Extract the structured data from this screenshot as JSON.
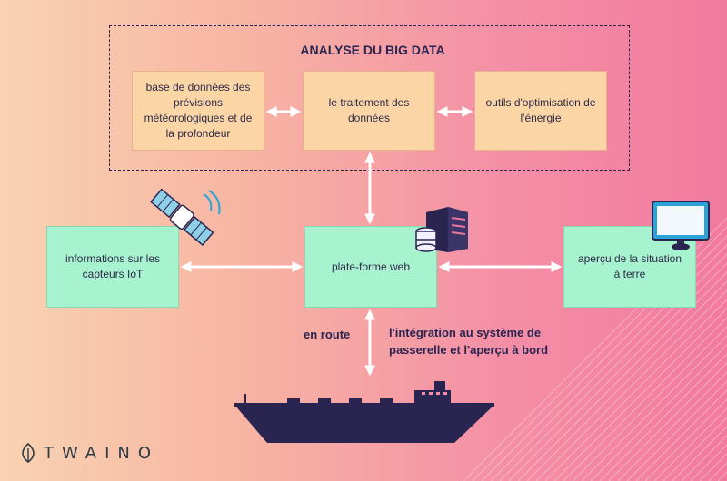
{
  "diagram": {
    "big_data_title": "ANALYSE DU BIG DATA",
    "boxes": {
      "weather_db": "base de données des prévisions météorologiques et de la profondeur",
      "processing": "le traitement des données",
      "energy_tools": "outils d'optimisation de l'énergie",
      "iot_sensors": "informations sur les capteurs IoT",
      "web_platform": "plate-forme web",
      "shore_overview": "aperçu de la situation à terre"
    },
    "labels": {
      "en_route": "en route",
      "bridge_integration": "l'intégration au système de passerelle et l'aperçu à bord"
    }
  },
  "branding": {
    "logo_text": "TWAINO"
  },
  "colors": {
    "navy": "#2a2450",
    "box_orange": "#fbd5a6",
    "box_green": "#a8f3cf",
    "arrow": "#ffffff",
    "icon_blue": "#2aa3d8"
  },
  "icons": [
    "satellite-icon",
    "server-icon",
    "monitor-icon",
    "ship-icon",
    "leaf-icon"
  ]
}
